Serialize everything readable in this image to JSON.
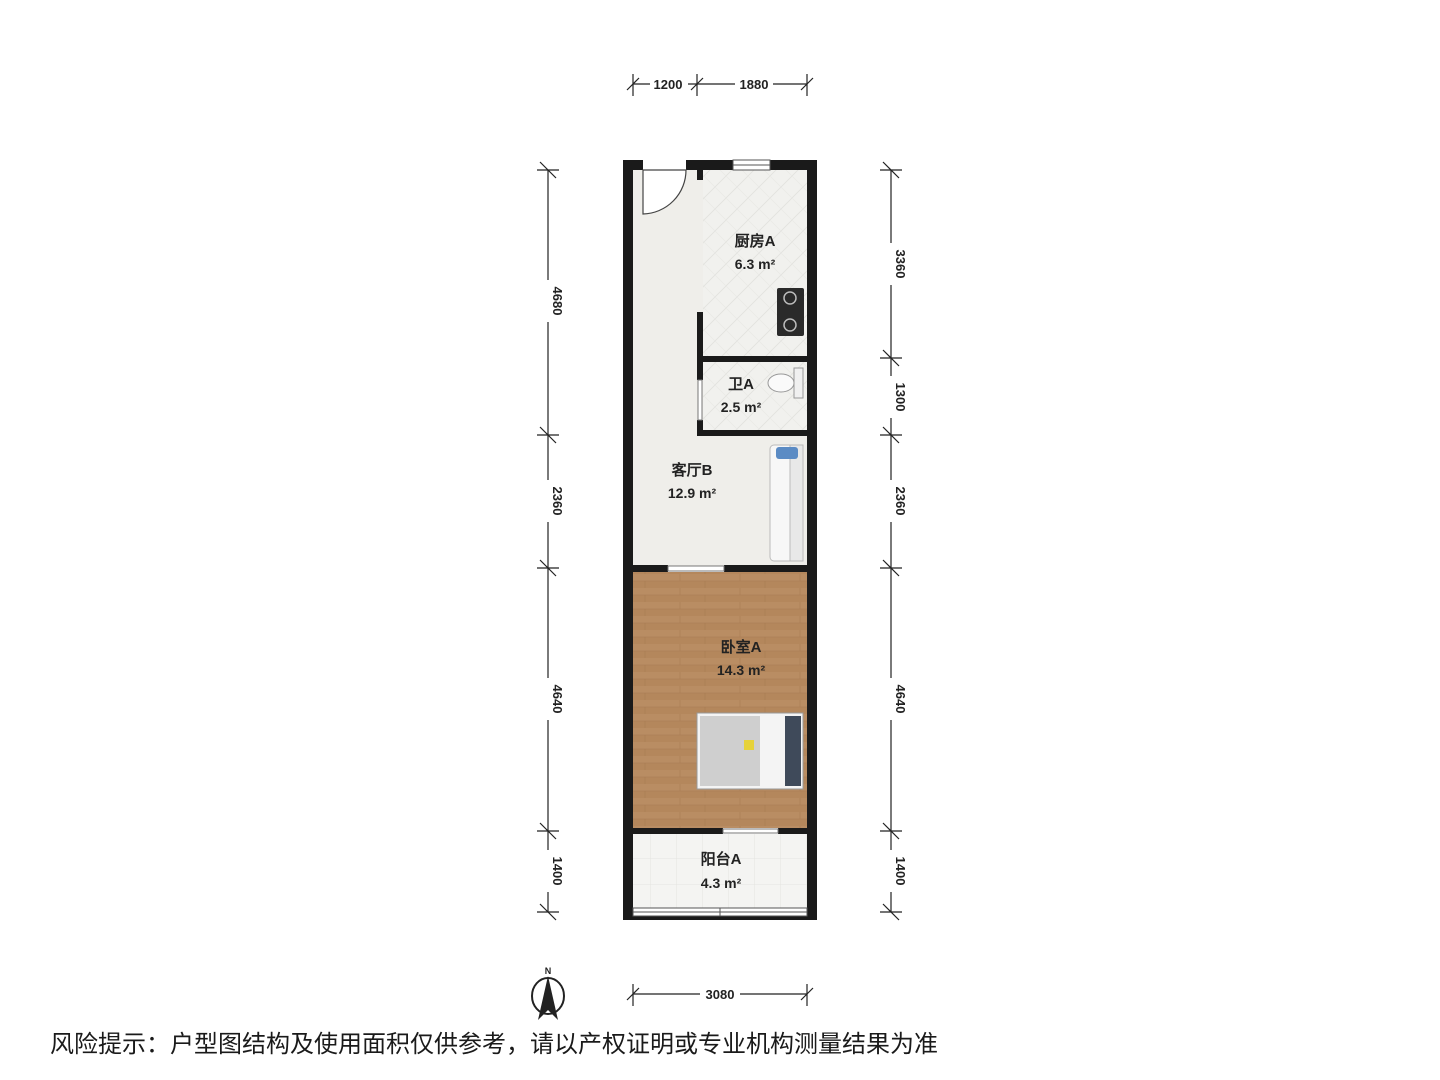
{
  "rooms": {
    "kitchen": {
      "name": "厨房A",
      "area": "6.3 m²"
    },
    "bathroom": {
      "name": "卫A",
      "area": "2.5 m²"
    },
    "living": {
      "name": "客厅B",
      "area": "12.9 m²"
    },
    "bedroom": {
      "name": "卧室A",
      "area": "14.3 m²"
    },
    "balcony": {
      "name": "阳台A",
      "area": "4.3 m²"
    }
  },
  "dimensions": {
    "top": [
      "1200",
      "1880"
    ],
    "bottom": [
      "3080"
    ],
    "left": [
      "4680",
      "2360",
      "4640",
      "1400"
    ],
    "right": [
      "3360",
      "1300",
      "2360",
      "4640",
      "1400"
    ]
  },
  "compass": {
    "label": "N"
  },
  "disclaimer": "风险提示：户型图结构及使用面积仅供参考，请以产权证明或专业机构测量结果为准",
  "colors": {
    "wall": "#1a1a1a",
    "floor_tile": "#f0f0ec",
    "floor_wood": "#b88c62",
    "floor_light": "#f2f2ee"
  }
}
